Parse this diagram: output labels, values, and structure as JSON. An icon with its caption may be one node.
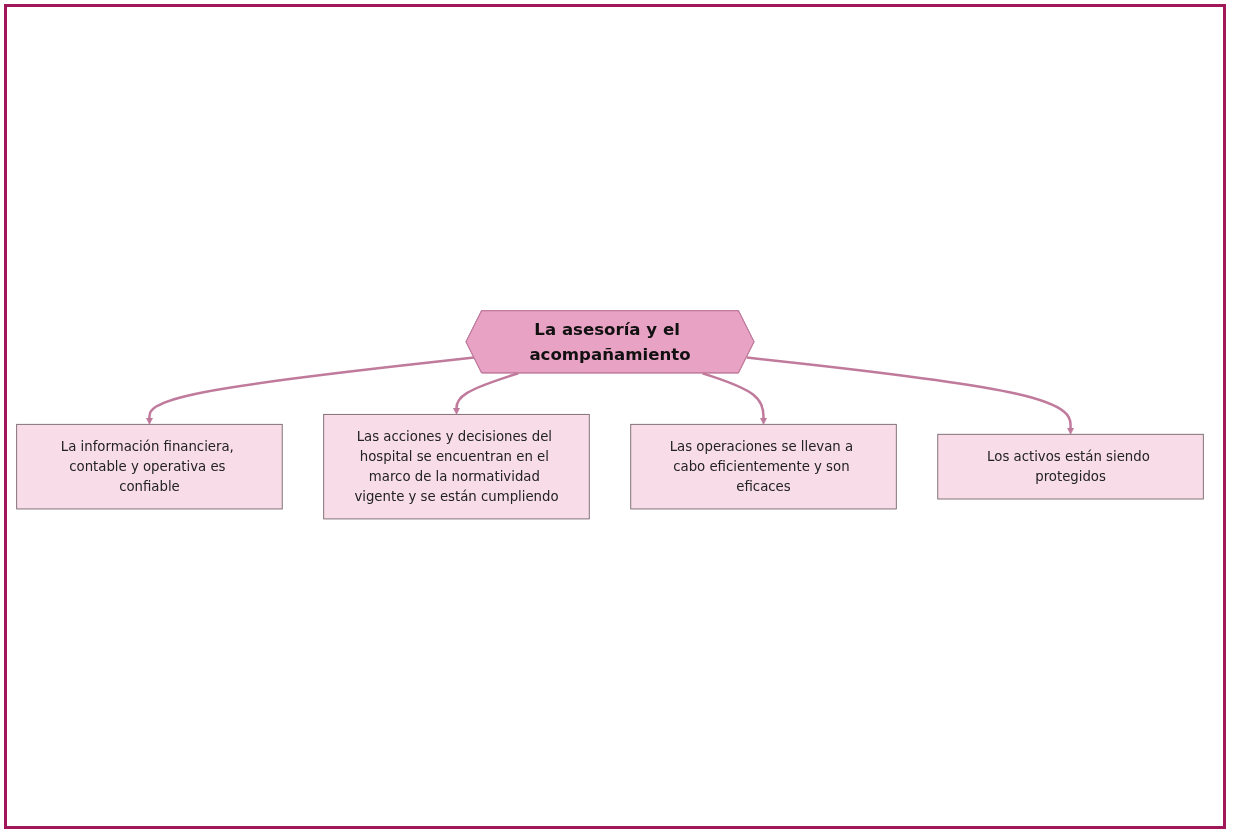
{
  "diagram": {
    "nodes": [
      {
        "text": [
          "La información financiera, contable y operativa es confiable"
        ]
      },
      {
        "text": [
          "Las acciones y decisiones del hospital se encuentran en el marco de la normatividad vigente y se están cumpliendo"
        ]
      },
      {
        "text": [
          "La asesoría y el acompañamiento"
        ]
      },
      {
        "text": [
          "Las operaciones se llevan a cabo eficientemente y son eficaces"
        ]
      },
      {
        "text": [
          "Los activos están siendo protegidos"
        ]
      }
    ],
    "edges": [
      {
        "from": 2,
        "to": 0,
        "arrow": "to"
      },
      {
        "from": 2,
        "to": 1,
        "arrow": "to"
      },
      {
        "from": 2,
        "to": 3,
        "arrow": "to"
      },
      {
        "from": 2,
        "to": 4,
        "arrow": "to"
      }
    ]
  }
}
